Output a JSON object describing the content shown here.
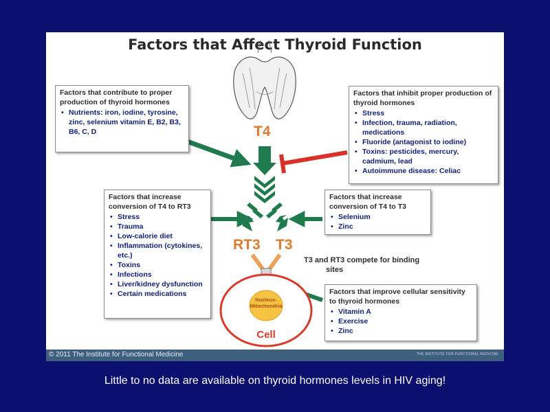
{
  "title": "Factors that Affect Thyroid Function",
  "labels": {
    "t4": "T4",
    "rt3": "RT3",
    "t3": "T3",
    "nucleus": "Nucleus-Mitochondria",
    "cell": "Cell",
    "compete_line1": "T3 and RT3 compete for binding",
    "compete_line2": "sites"
  },
  "boxes": {
    "contribute": {
      "header": "Factors that contribute to proper production of thyroid hormones",
      "items": [
        "Nutrients: iron, iodine, tyrosine, zinc, selenium vitamin E, B2, B3, B6, C, D"
      ]
    },
    "inhibit": {
      "header": "Factors that inhibit proper production of thyroid hormones",
      "items": [
        "Stress",
        "Infection, trauma, radiation, medications",
        "Fluoride (antagonist to iodine)",
        "Toxins: pesticides, mercury, cadmium, lead",
        "Autoimmune disease: Celiac"
      ]
    },
    "increase_rt3": {
      "header": "Factors that increase conversion of T4 to RT3",
      "items": [
        "Stress",
        "Trauma",
        "Low-calorie diet",
        "Inflammation (cytokines, etc.)",
        "Toxins",
        "Infections",
        "Liver/kidney dysfunction",
        "Certain medications"
      ]
    },
    "increase_t3": {
      "header": "Factors that increase conversion of T4 to T3",
      "items": [
        "Selenium",
        "Zinc"
      ]
    },
    "sensitivity": {
      "header": "Factors that improve cellular sensitivity to thyroid hormones",
      "items": [
        "Vitamin A",
        "Exercise",
        "Zinc"
      ]
    }
  },
  "footer": {
    "copyright": "© 2011 The Institute for Functional Medicine",
    "small": "THE INSTITUTE FOR FUNCTIONAL MEDICINE"
  },
  "caption": "Little to no data are available on thyroid hormones levels in HIV aging!",
  "colors": {
    "background": "#0b0f6e",
    "green_arrow": "#1f7a4d",
    "red_inhibit": "#d9302a",
    "orange": "#e07a2f",
    "cell_outline": "#d93a2a",
    "nucleus_fill": "#f5c242"
  }
}
